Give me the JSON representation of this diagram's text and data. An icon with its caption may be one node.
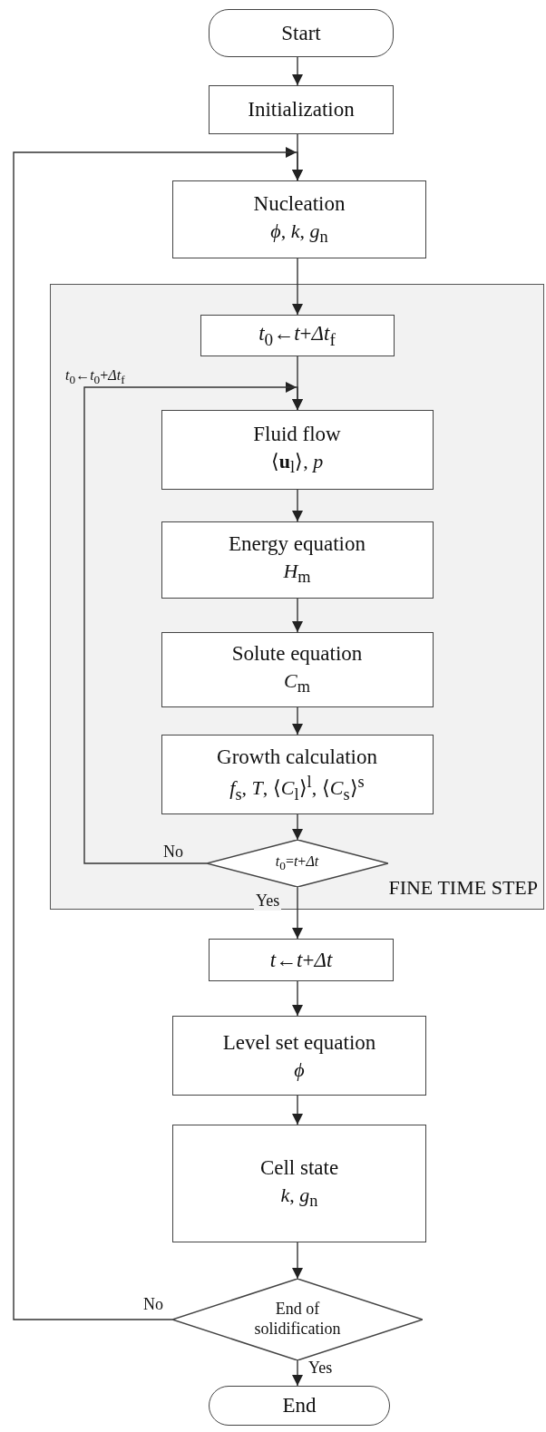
{
  "diagram": {
    "nodes": [
      {
        "text": [
          "Start"
        ]
      },
      {
        "text": [
          "Initialization"
        ]
      },
      {
        "text": [
          "Nucleation",
          "*ϕ*, *k*, *g*$_{n}$"
        ]
      },
      {
        "text": [
          "FINE TIME STEP"
        ]
      },
      {
        "text": [
          "*t*$_{0}$←*t*+*Δt*$_{f}$"
        ],
        "in": 3
      },
      {
        "text": [
          "Fluid flow",
          "⟨**u**$_{l}$⟩,  *p*"
        ],
        "in": 3
      },
      {
        "text": [
          "Energy equation",
          "*H*$_{m}$"
        ],
        "in": 3
      },
      {
        "text": [
          "Solute equation",
          "*C*$_{m}$"
        ],
        "in": 3
      },
      {
        "text": [
          "Growth calculation",
          "*f*$_{s}$, *T*, ⟨*C*$_{l}$⟩$^{l}$, ⟨*C*$_{s}$⟩$^{s}$"
        ],
        "in": 3
      },
      {
        "text": [
          "*t*$_{0}$=*t*+*Δt*"
        ],
        "in": 3
      },
      {
        "text": [
          "*t*←*t*+*Δt*"
        ]
      },
      {
        "text": [
          "Level set equation",
          "*ϕ*"
        ]
      },
      {
        "text": [
          "Cell state",
          "*k*, *g*$_{n}$"
        ]
      },
      {
        "text": [
          "End of solidification"
        ]
      },
      {
        "text": [
          "End"
        ]
      }
    ],
    "edges": [
      {
        "from": 0,
        "to": 1,
        "arrow": "to"
      },
      {
        "from": 1,
        "to": 2,
        "arrow": "to"
      },
      {
        "from": 2,
        "to": 4,
        "arrow": "to"
      },
      {
        "from": 4,
        "to": 5,
        "arrow": "to"
      },
      {
        "from": 5,
        "to": 6,
        "arrow": "to"
      },
      {
        "from": 6,
        "to": 7,
        "arrow": "to"
      },
      {
        "from": 7,
        "to": 8,
        "arrow": "to"
      },
      {
        "from": 8,
        "to": 9,
        "arrow": "to"
      },
      {
        "from": 9,
        "to": 5,
        "arrow": "to",
        "label": "No"
      },
      {
        "from": 9,
        "to": 10,
        "arrow": "to",
        "label": "Yes"
      },
      {
        "from": 10,
        "to": 11,
        "arrow": "to"
      },
      {
        "from": 11,
        "to": 12,
        "arrow": "to"
      },
      {
        "from": 12,
        "to": 13,
        "arrow": "to"
      },
      {
        "from": 13,
        "to": 2,
        "arrow": "to",
        "label": "No"
      },
      {
        "from": 13,
        "to": 14,
        "arrow": "to",
        "label": "Yes"
      }
    ],
    "labels": [
      "*t*$_{0}$←*t*$_{0}$+*Δt*$_{f}$"
    ]
  }
}
